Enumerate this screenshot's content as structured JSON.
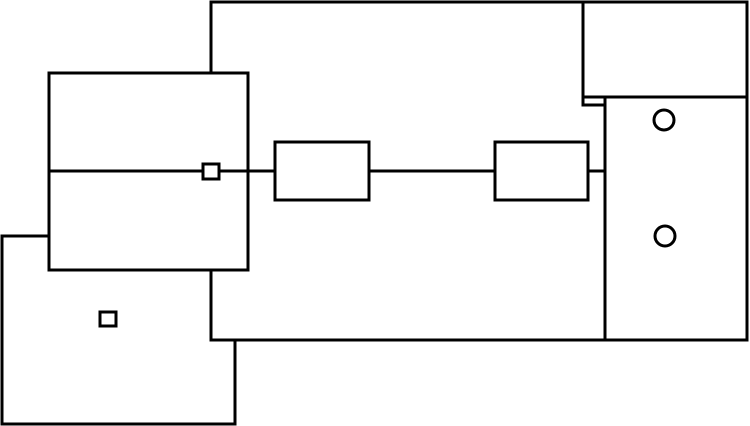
{
  "colors": {
    "stroke": "#000000",
    "background": "#ffffff"
  },
  "components": [
    {
      "id": "outer-housing",
      "shape": "outline"
    },
    {
      "id": "left-lower-panel",
      "shape": "outline"
    },
    {
      "id": "left-upper-block",
      "shape": "rectangle"
    },
    {
      "id": "center-module-left",
      "shape": "rectangle"
    },
    {
      "id": "center-module-right",
      "shape": "rectangle"
    },
    {
      "id": "right-end-cap",
      "shape": "outline"
    },
    {
      "id": "small-square-connector",
      "shape": "small-square"
    },
    {
      "id": "small-square-lower",
      "shape": "small-square"
    },
    {
      "id": "upper-hole",
      "shape": "circle"
    },
    {
      "id": "lower-hole",
      "shape": "circle"
    },
    {
      "id": "main-shaft-line",
      "shape": "line"
    }
  ]
}
